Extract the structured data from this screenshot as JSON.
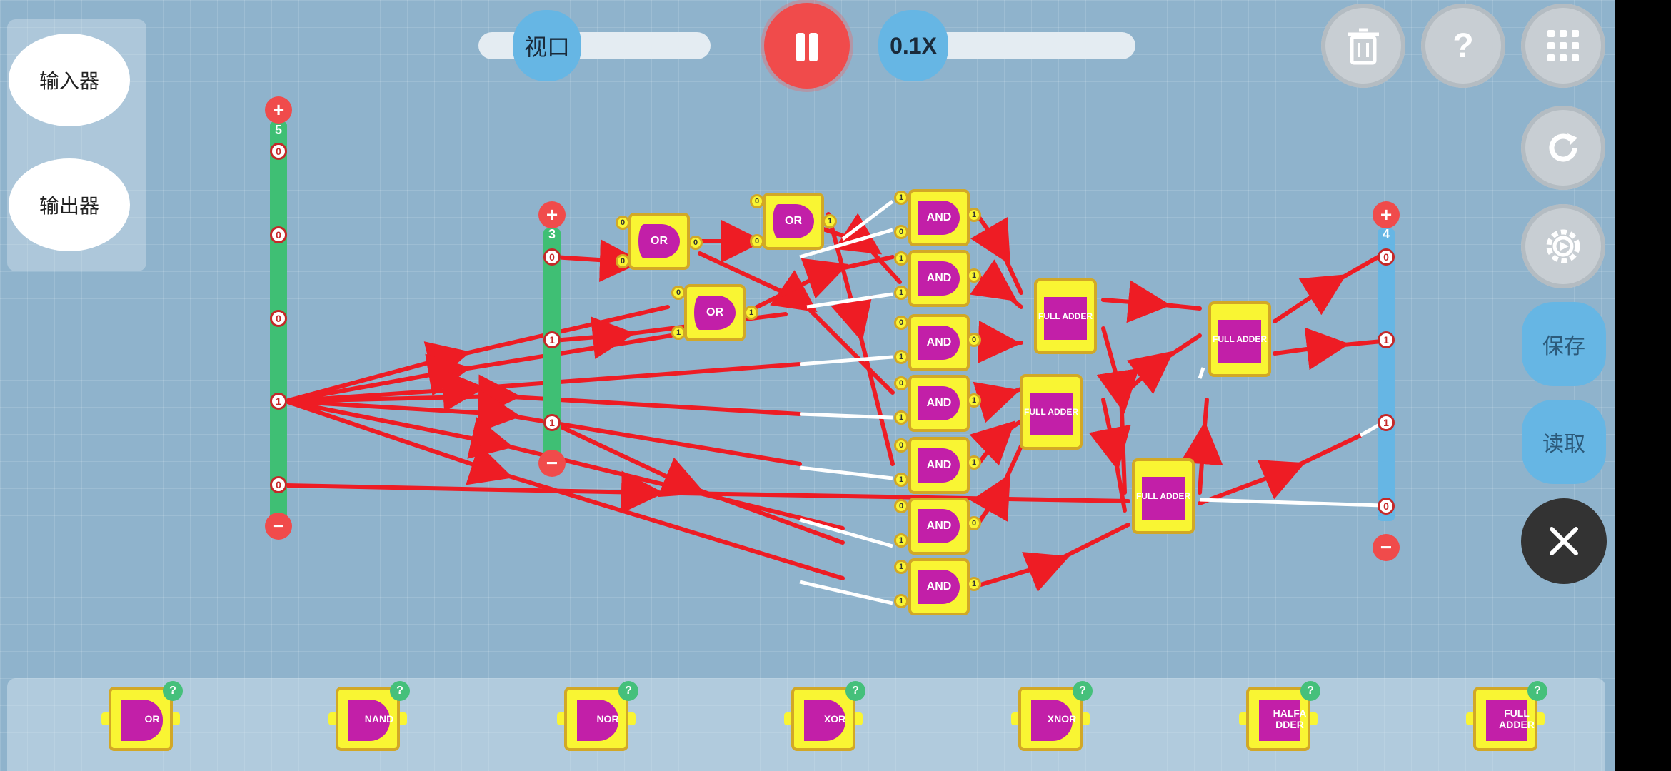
{
  "left_panel": {
    "input_label": "输入器",
    "output_label": "输出器"
  },
  "top": {
    "viewport_label": "视口",
    "speed_label": "0.1X"
  },
  "right": {
    "save_label": "保存",
    "load_label": "读取"
  },
  "bus_in_a": {
    "count": "5",
    "pins": [
      "0",
      "0",
      "0",
      "1",
      "0"
    ]
  },
  "bus_in_b": {
    "count": "3",
    "pins": [
      "0",
      "1",
      "1"
    ]
  },
  "bus_out": {
    "count": "4",
    "pins": [
      "0",
      "1",
      "1",
      "0"
    ]
  },
  "gates": {
    "or1": "OR",
    "or2": "OR",
    "or3": "OR",
    "and": [
      "AND",
      "AND",
      "AND",
      "AND",
      "AND",
      "AND",
      "AND"
    ],
    "fa_label": "FULL ADDER",
    "or1_ports": [
      "0",
      "0",
      "0"
    ],
    "or2_ports": [
      "0",
      "0",
      "1"
    ],
    "or3_ports": [
      "0",
      "1",
      "1"
    ],
    "and_ports": [
      [
        "1",
        "0",
        "1"
      ],
      [
        "1",
        "1",
        "1"
      ],
      [
        "0",
        "1",
        "0"
      ],
      [
        "0",
        "1",
        "1"
      ],
      [
        "0",
        "1",
        "1"
      ],
      [
        "0",
        "1",
        "0"
      ],
      [
        "1",
        "1",
        "1"
      ]
    ]
  },
  "palette": [
    {
      "label": "OR",
      "icon": "or-gate-icon"
    },
    {
      "label": "NAND",
      "icon": "nand-gate-icon"
    },
    {
      "label": "NOR",
      "icon": "nor-gate-icon"
    },
    {
      "label": "XOR",
      "icon": "xor-gate-icon"
    },
    {
      "label": "XNOR",
      "icon": "xnor-gate-icon"
    },
    {
      "label": "HALFA DDER",
      "icon": "half-adder-icon"
    },
    {
      "label": "FULL ADDER",
      "icon": "full-adder-icon"
    }
  ],
  "help_badge": "?",
  "colors": {
    "wire_on": "#ee1c24",
    "wire_off": "#ffffff",
    "gate_yellow": "#f9f533",
    "gate_body": "#c21fa8",
    "bus_in": "#3fbf74",
    "bus_out": "#66b6e4"
  }
}
